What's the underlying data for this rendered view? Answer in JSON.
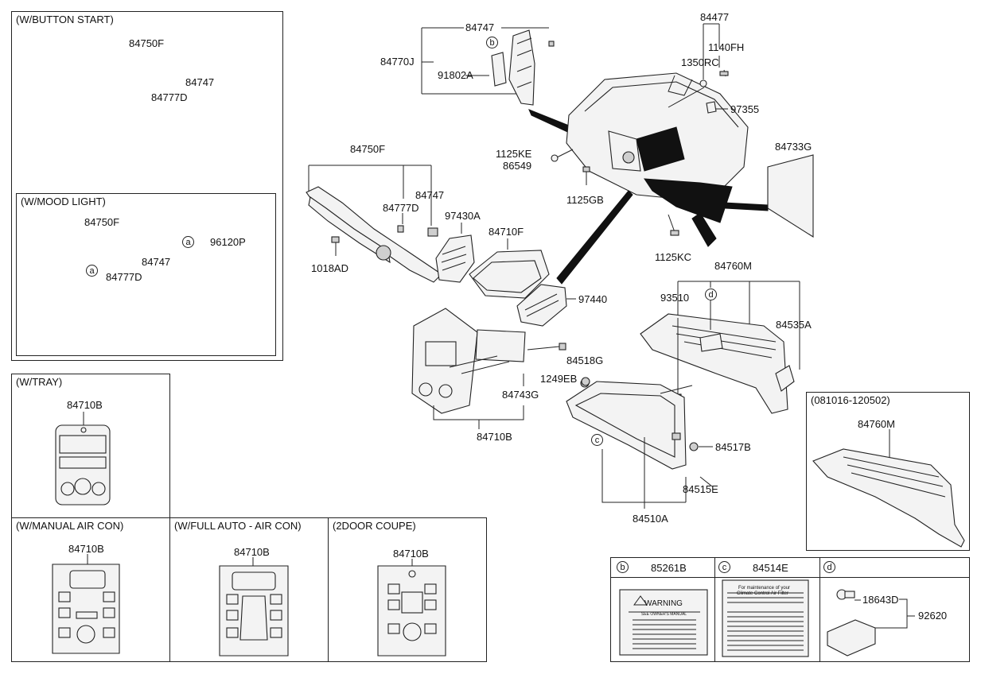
{
  "boxes": {
    "button_start": "(W/BUTTON START)",
    "mood_light": "(W/MOOD LIGHT)",
    "tray": "(W/TRAY)",
    "manual_air": "(W/MANUAL AIR CON)",
    "full_auto": "(W/FULL AUTO - AIR CON)",
    "coupe": "(2DOOR COUPE)",
    "date_range": "(081016-120502)"
  },
  "circle_letters": {
    "a": "a",
    "b": "b",
    "c": "c",
    "d": "d"
  },
  "labels": {
    "bs_84750F": "84750F",
    "bs_84747": "84747",
    "bs_84777D": "84777D",
    "ml_84750F": "84750F",
    "ml_84747": "84747",
    "ml_84777D": "84777D",
    "ml_96120P": "96120P",
    "tray_84710B": "84710B",
    "man_84710B": "84710B",
    "auto_84710B": "84710B",
    "coupe_84710B": "84710B",
    "top_84747": "84747",
    "top_84770J": "84770J",
    "top_91802A": "91802A",
    "top_84477": "84477",
    "top_1140FH": "1140FH",
    "top_1350RC": "1350RC",
    "top_97355": "97355",
    "top_1125KE": "1125KE",
    "top_86549": "86549",
    "top_1125GB": "1125GB",
    "top_84733G": "84733G",
    "top_1125KC": "1125KC",
    "mid_84750F": "84750F",
    "mid_84747": "84747",
    "mid_84777D": "84777D",
    "mid_1018AD": "1018AD",
    "mid_97430A": "97430A",
    "mid_84710F": "84710F",
    "mid_97440": "97440",
    "mid_84518G": "84518G",
    "mid_1249EB": "1249EB",
    "mid_84743G": "84743G",
    "mid_84710B": "84710B",
    "gb_84760M": "84760M",
    "gb_93510": "93510",
    "gb_84535A": "84535A",
    "gb_84517B": "84517B",
    "gb_84515E": "84515E",
    "gb_84510A": "84510A",
    "dr_84760M": "84760M",
    "b_85261B": "85261B",
    "c_84514E": "84514E",
    "d_18643D": "18643D",
    "d_92620": "92620"
  },
  "warning_label": {
    "title": "WARNING",
    "line1": "SEE OWNER'S MANUAL"
  },
  "maint_label": {
    "line1": "For maintenance of your",
    "line2": "Climate Control Air Filter"
  }
}
